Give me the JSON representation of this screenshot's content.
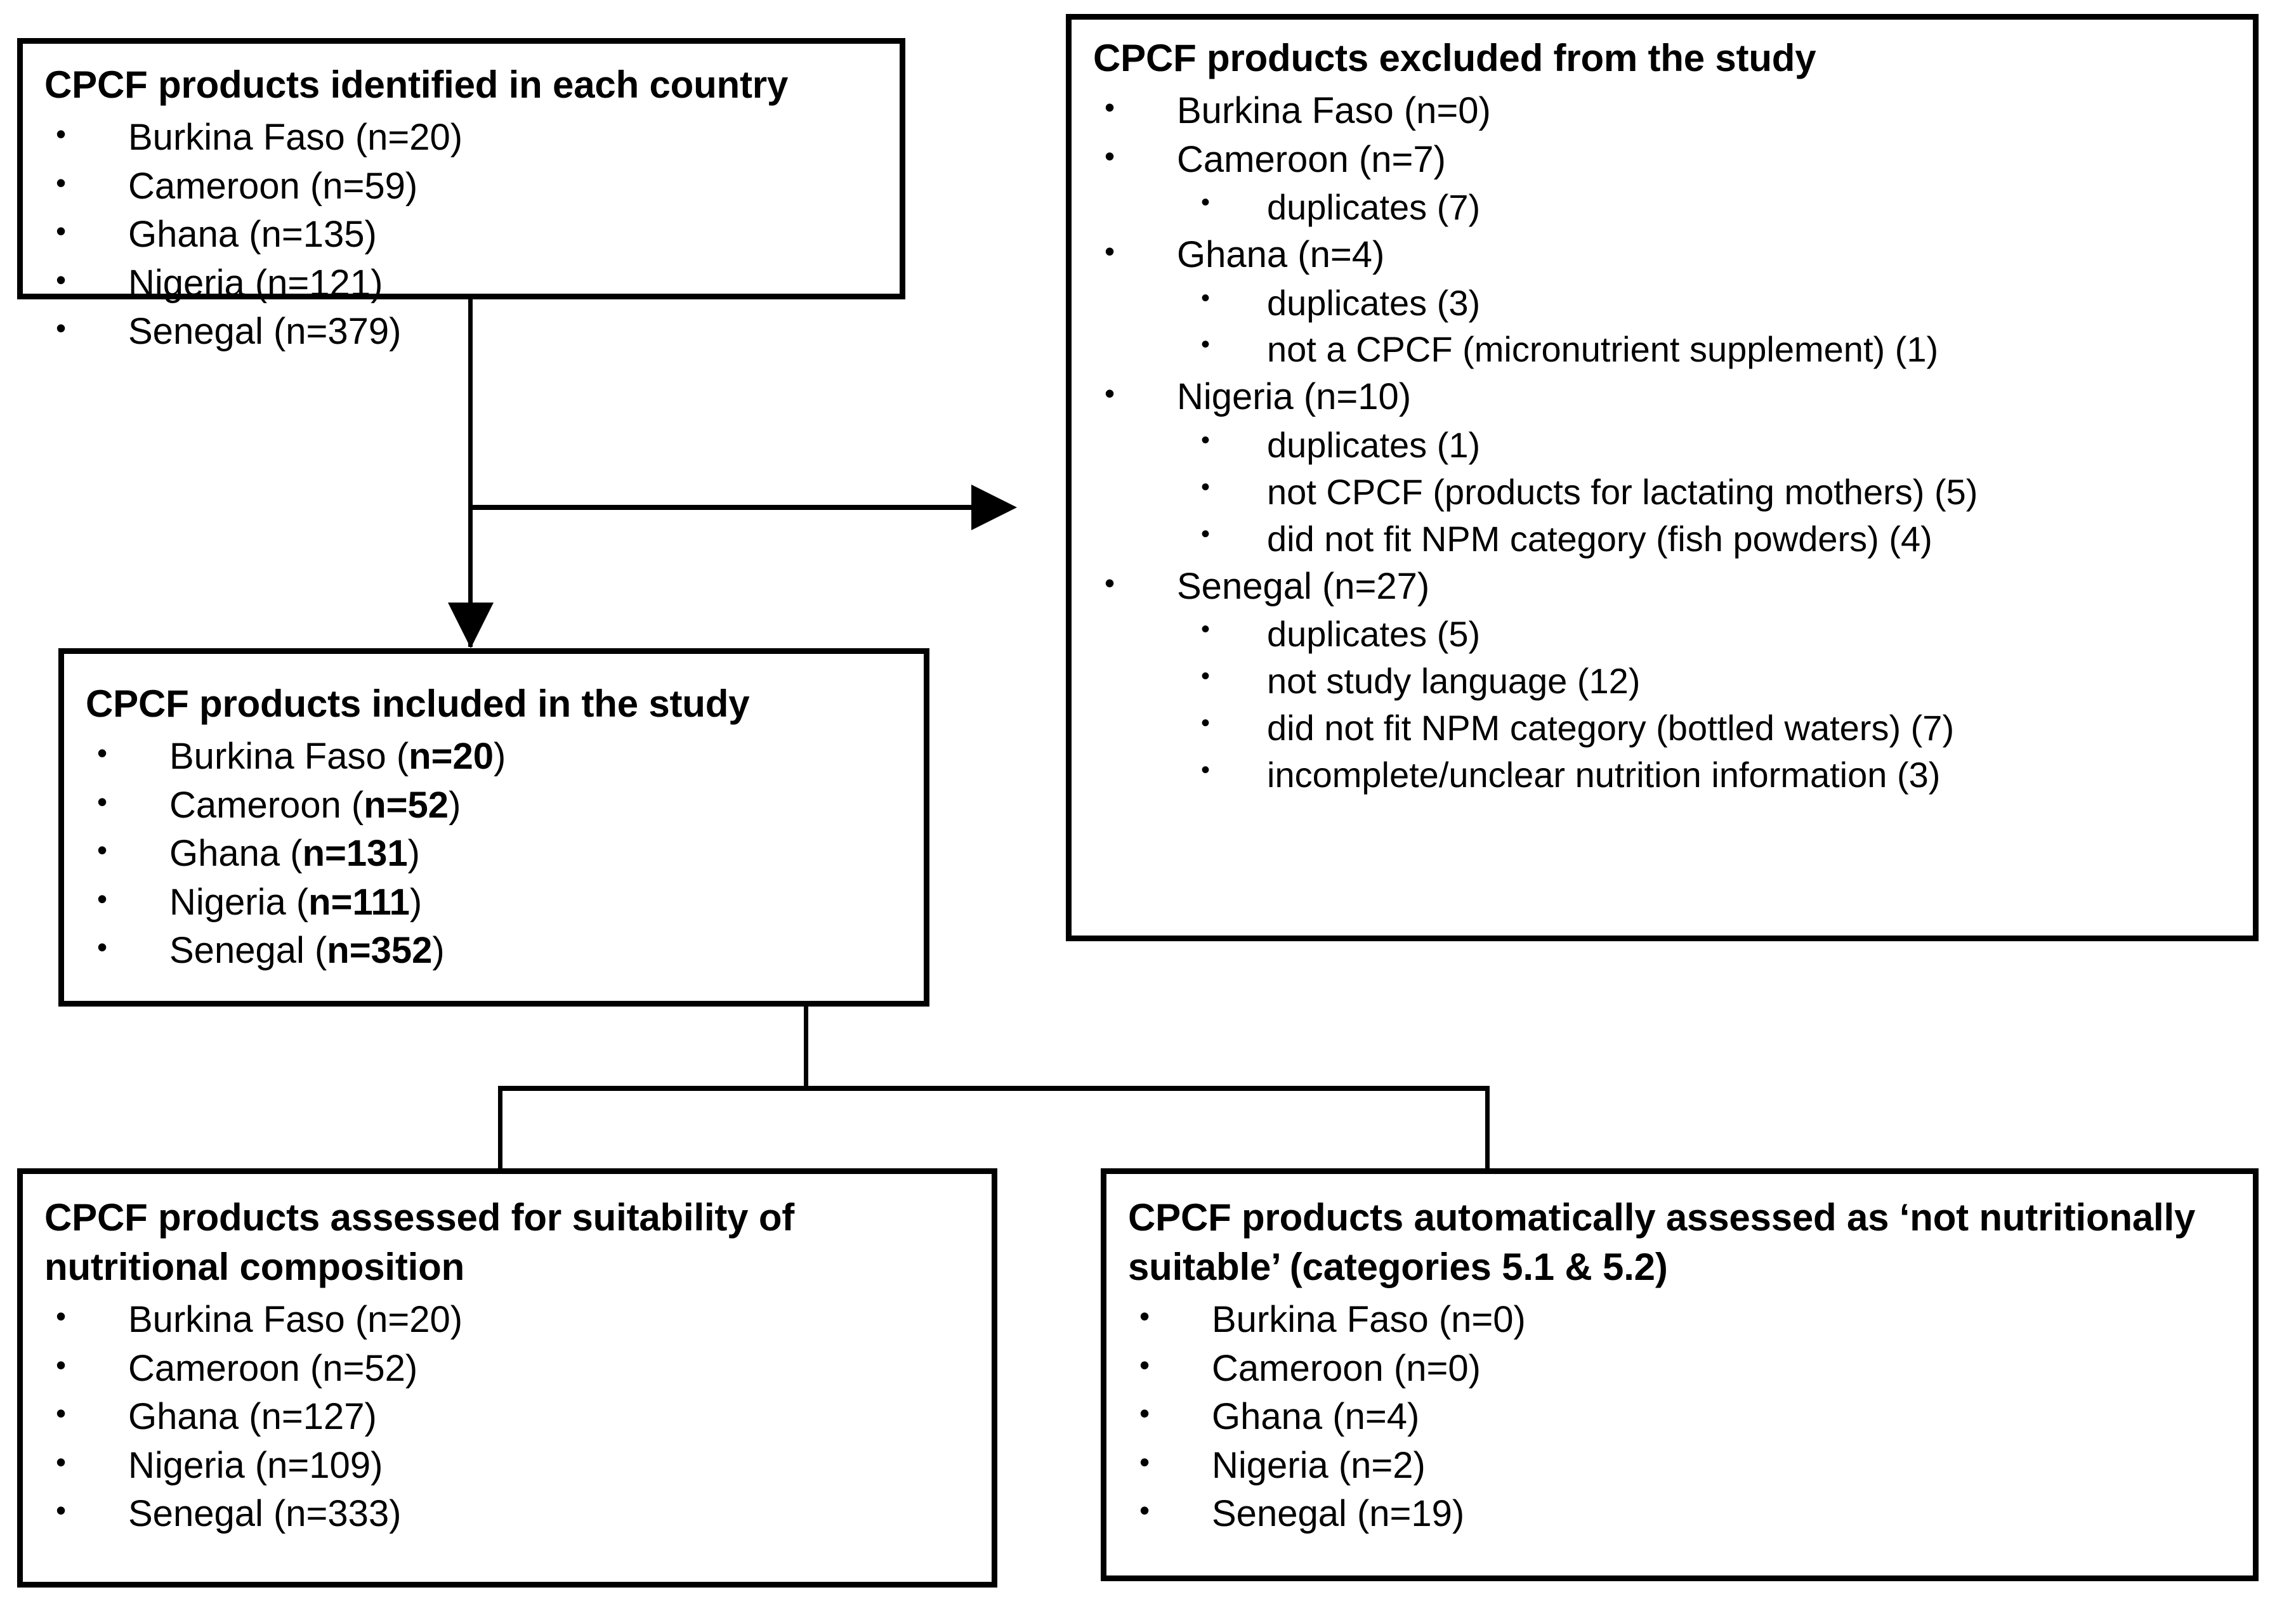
{
  "diagram": {
    "type": "flowchart",
    "title": "CPCF product screening flow",
    "boxes": {
      "identified": {
        "title": "CPCF products identified in each country",
        "items": [
          {
            "text": "Burkina Faso (n=20)",
            "level": 1
          },
          {
            "text": "Cameroon (n=59)",
            "level": 1
          },
          {
            "text": "Ghana (n=135)",
            "level": 1
          },
          {
            "text": "Nigeria (n=121)",
            "level": 1
          },
          {
            "text": "Senegal (n=379)",
            "level": 1
          }
        ]
      },
      "excluded": {
        "title": "CPCF products excluded from the study",
        "items": [
          {
            "text": "Burkina Faso (n=0)",
            "level": 1
          },
          {
            "text": "Cameroon (n=7)",
            "level": 1
          },
          {
            "text": "duplicates (7)",
            "level": 2
          },
          {
            "text": "Ghana (n=4)",
            "level": 1
          },
          {
            "text": "duplicates (3)",
            "level": 2
          },
          {
            "text": "not a CPCF (micronutrient supplement) (1)",
            "level": 2
          },
          {
            "text": "Nigeria (n=10)",
            "level": 1
          },
          {
            "text": "duplicates (1)",
            "level": 2
          },
          {
            "text": "not CPCF (products for lactating mothers) (5)",
            "level": 2
          },
          {
            "text": "did not fit NPM category (fish powders) (4)",
            "level": 2
          },
          {
            "text": "Senegal (n=27)",
            "level": 1
          },
          {
            "text": "duplicates (5)",
            "level": 2
          },
          {
            "text": "not study language (12)",
            "level": 2
          },
          {
            "text": "did not fit NPM category (bottled waters) (7)",
            "level": 2
          },
          {
            "text": "incomplete/unclear nutrition information (3)",
            "level": 2
          }
        ]
      },
      "included": {
        "title": "CPCF products included in the study",
        "items": [
          {
            "prefix": "Burkina Faso (",
            "bold": "n=20",
            "suffix": ")",
            "level": 1
          },
          {
            "prefix": "Cameroon (",
            "bold": "n=52",
            "suffix": ")",
            "level": 1
          },
          {
            "prefix": "Ghana (",
            "bold": "n=131",
            "suffix": ")",
            "level": 1
          },
          {
            "prefix": "Nigeria (",
            "bold": "n=111",
            "suffix": ")",
            "level": 1
          },
          {
            "prefix": "Senegal (",
            "bold": "n=352",
            "suffix": ")",
            "level": 1
          }
        ]
      },
      "assessed": {
        "title": "CPCF products assessed for suitability of nutritional composition",
        "items": [
          {
            "text": "Burkina Faso (n=20)",
            "level": 1
          },
          {
            "text": "Cameroon (n=52)",
            "level": 1
          },
          {
            "text": "Ghana (n=127)",
            "level": 1
          },
          {
            "text": "Nigeria (n=109)",
            "level": 1
          },
          {
            "text": "Senegal (n=333)",
            "level": 1
          }
        ]
      },
      "not_suitable": {
        "title": "CPCF products automatically assessed as ‘not nutritionally suitable’ (categories 5.1 & 5.2)",
        "items": [
          {
            "text": "Burkina Faso (n=0)",
            "level": 1
          },
          {
            "text": "Cameroon (n=0)",
            "level": 1
          },
          {
            "text": "Ghana (n=4)",
            "level": 1
          },
          {
            "text": "Nigeria (n=2)",
            "level": 1
          },
          {
            "text": "Senegal (n=19)",
            "level": 1
          }
        ]
      }
    },
    "colors": {
      "stroke": "#000000",
      "fill": "#ffffff",
      "text": "#000000"
    }
  }
}
